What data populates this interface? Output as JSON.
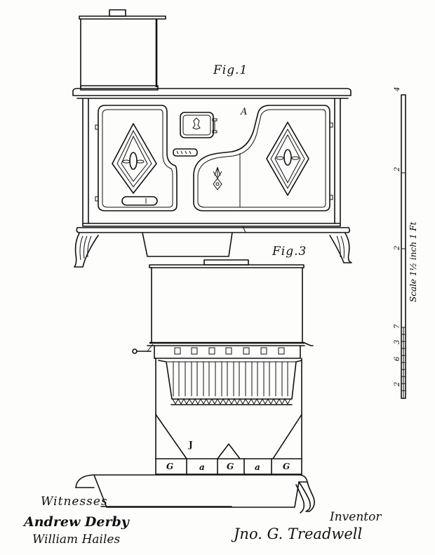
{
  "document": {
    "type": "patent-drawing",
    "subject": "Cooking stove"
  },
  "figures": [
    {
      "id": "fig1",
      "label": "Fig.1",
      "part_label": "A"
    },
    {
      "id": "fig3",
      "label": "Fig.3",
      "part_labels": [
        "J",
        "G",
        "a",
        "G",
        "a",
        "G"
      ]
    }
  ],
  "scale": {
    "caption": "Scale 1½ inch 1 Ft",
    "ticks": [
      "4",
      "2",
      "2",
      "7",
      "3",
      "6",
      "2"
    ]
  },
  "signatures": {
    "witnesses_label": "Witnesses",
    "witness_1": "Andrew Derby",
    "witness_2": "William Hailes",
    "inventor_label": "Inventor",
    "inventor_name": "Jno. G. Treadwell"
  },
  "labels": {
    "fig1_letter": "A",
    "fig3_letter": "J",
    "g1": "G",
    "a1": "a",
    "g2": "G",
    "a2": "a",
    "g3": "G"
  }
}
